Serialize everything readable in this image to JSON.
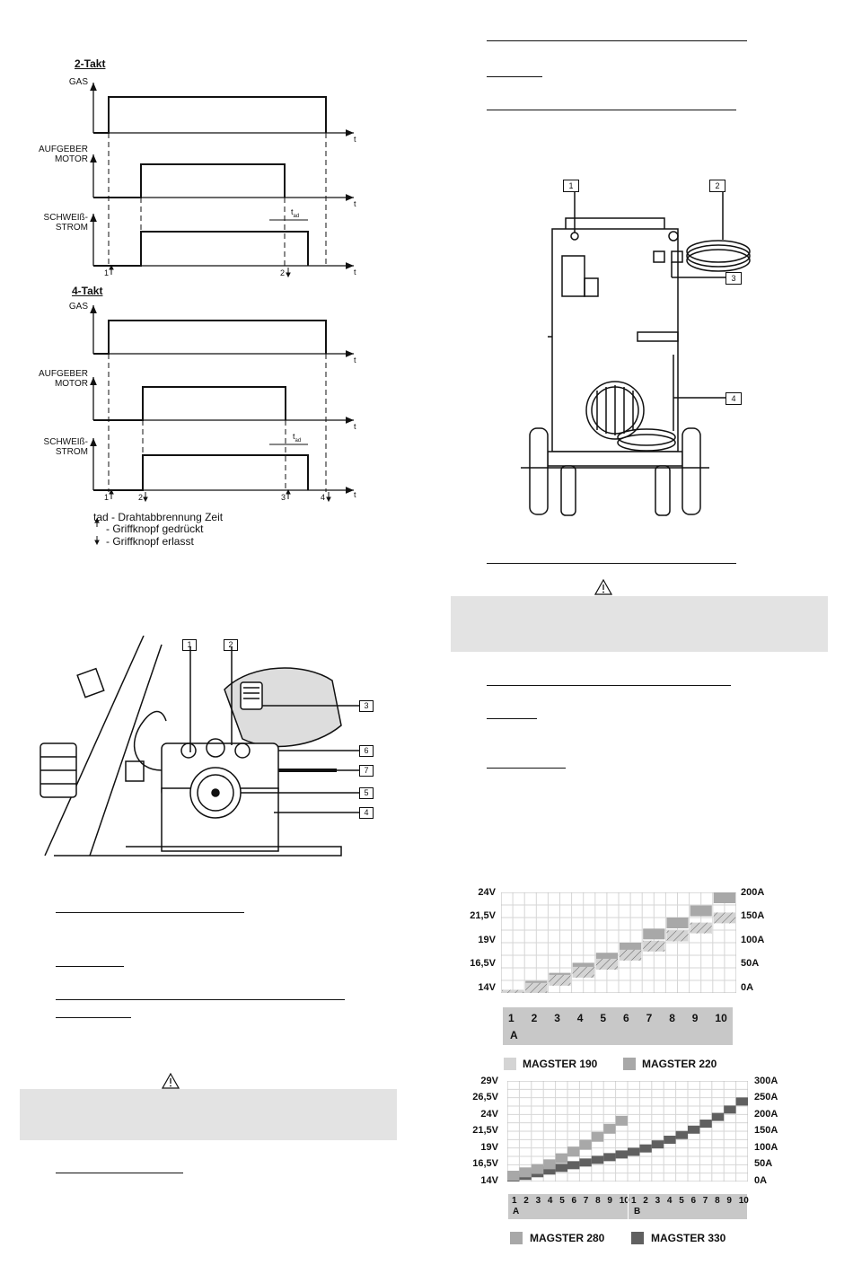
{
  "timing": {
    "title_2takt": "2-Takt",
    "title_4takt": "4-Takt",
    "gas": "GAS",
    "motor_line1": "AUFGEBER",
    "motor_line2": "MOTOR",
    "strom_line1": "SCHWEIß-",
    "strom_line2": "STROM",
    "t": "t",
    "tad_label": "t",
    "tad_sub": "ad",
    "m1": "1",
    "m2": "2",
    "m3": "3",
    "m4": "4",
    "legend": {
      "tad_prefix": "tad",
      "tad_text": " - Drahtabbrennung Zeit",
      "pressed": "- Griffknopf gedrückt",
      "released": "- Griffknopf erlasst"
    }
  },
  "feeder": {
    "callouts": [
      "1",
      "2",
      "3",
      "6",
      "7",
      "5",
      "4"
    ]
  },
  "machine": {
    "callouts": [
      "1",
      "2",
      "3",
      "4"
    ]
  },
  "chart1": {
    "left_ticks": [
      "24V",
      "21,5V",
      "19V",
      "16,5V",
      "14V"
    ],
    "right_ticks": [
      "200A",
      "150A",
      "100A",
      "50A",
      "0A"
    ],
    "positions": [
      "1",
      "2",
      "3",
      "4",
      "5",
      "6",
      "7",
      "8",
      "9",
      "10"
    ],
    "group": "A",
    "legend": [
      "MAGSTER 190",
      "MAGSTER 220"
    ],
    "colors": {
      "m190": "#d4d4d4",
      "m220": "#a8a8a8"
    }
  },
  "chart2": {
    "left_ticks": [
      "29V",
      "26,5V",
      "24V",
      "21,5V",
      "19V",
      "16,5V",
      "14V"
    ],
    "right_ticks": [
      "300A",
      "250A",
      "200A",
      "150A",
      "100A",
      "50A",
      "0A"
    ],
    "positions": [
      "1",
      "2",
      "3",
      "4",
      "5",
      "6",
      "7",
      "8",
      "9",
      "10"
    ],
    "group_a": "A",
    "group_b": "B",
    "legend": [
      "MAGSTER 280",
      "MAGSTER 330"
    ],
    "colors": {
      "m280": "#a8a8a8",
      "m330": "#606060"
    }
  },
  "chart_data": [
    {
      "type": "bar",
      "categories": [
        "1",
        "2",
        "3",
        "4",
        "5",
        "6",
        "7",
        "8",
        "9",
        "10"
      ],
      "series": [
        {
          "name": "MAGSTER 190",
          "values": [
            14.3,
            15.0,
            15.8,
            16.6,
            17.4,
            18.3,
            19.2,
            20.2,
            21.0,
            22.0
          ]
        },
        {
          "name": "MAGSTER 220",
          "values": [
            14.3,
            15.2,
            16.0,
            17.0,
            18.0,
            19.0,
            20.4,
            21.5,
            22.7,
            24.0
          ]
        }
      ],
      "ylim": [
        14,
        24
      ],
      "y_ticks_left": [
        "24V",
        "21,5V",
        "19V",
        "16,5V",
        "14V"
      ],
      "y_ticks_right": [
        "200A",
        "150A",
        "100A",
        "50A",
        "0A"
      ]
    },
    {
      "type": "bar",
      "categories": [
        "A1",
        "A2",
        "A3",
        "A4",
        "A5",
        "A6",
        "A7",
        "A8",
        "A9",
        "A10",
        "B1",
        "B2",
        "B3",
        "B4",
        "B5",
        "B6",
        "B7",
        "B8",
        "B9",
        "B10"
      ],
      "series": [
        {
          "name": "MAGSTER 280",
          "values": [
            14.8,
            15.3,
            15.8,
            16.5,
            17.4,
            18.4,
            19.4,
            20.6,
            21.8,
            23.0
          ]
        },
        {
          "name": "MAGSTER 330",
          "values": [
            14.5,
            14.9,
            15.3,
            15.7,
            16.1,
            16.5,
            16.9,
            17.3,
            17.7,
            18.1,
            18.5,
            19.0,
            19.6,
            20.3,
            21.0,
            21.8,
            22.7,
            23.7,
            24.8,
            26.0
          ]
        }
      ],
      "ylim": [
        14,
        29
      ],
      "y_ticks_left": [
        "29V",
        "26,5V",
        "24V",
        "21,5V",
        "19V",
        "16,5V",
        "14V"
      ],
      "y_ticks_right": [
        "300A",
        "250A",
        "200A",
        "150A",
        "100A",
        "50A",
        "0A"
      ]
    }
  ]
}
